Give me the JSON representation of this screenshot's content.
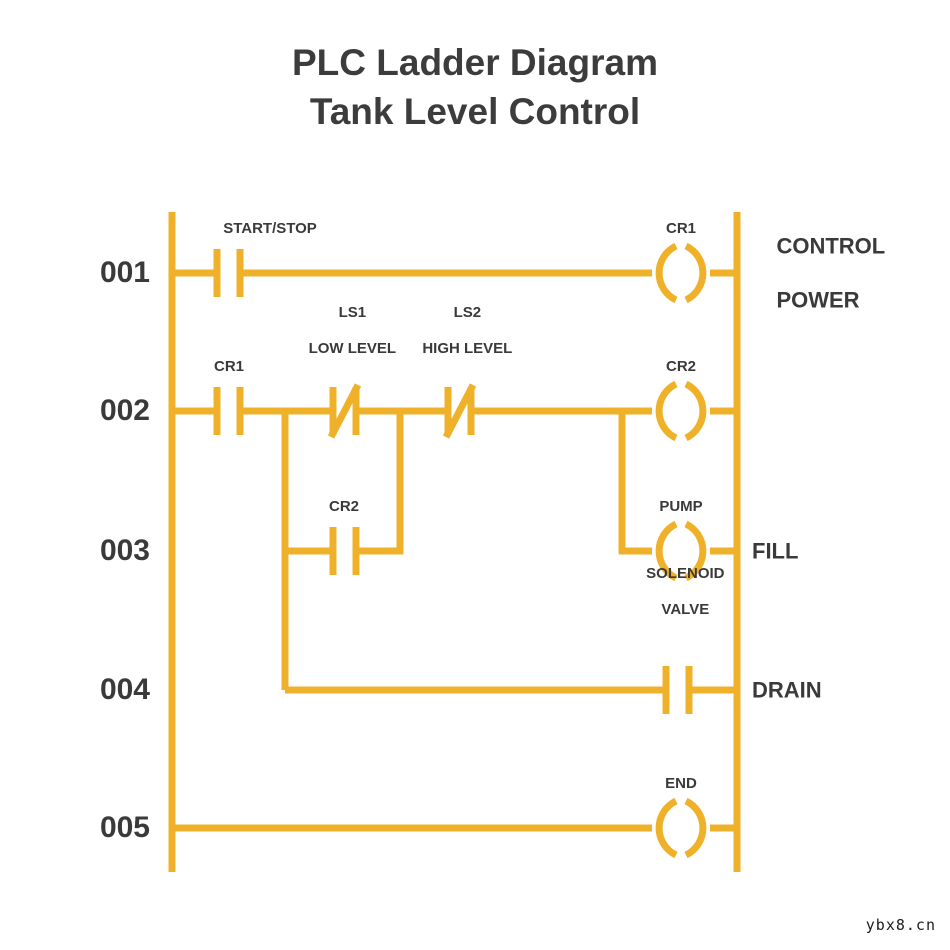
{
  "title": {
    "line1": "PLC Ladder Diagram",
    "line2": "Tank Level Control"
  },
  "colors": {
    "rail": "#EFB12A",
    "text": "#3A3A3A",
    "background": "#FFFFFF"
  },
  "rungs": [
    {
      "number": "001",
      "elements": [
        {
          "kind": "contact-no",
          "label": "START/STOP"
        },
        {
          "kind": "coil",
          "label": "CR1"
        }
      ],
      "annotation": "CONTROL POWER",
      "annotation_lines": [
        "CONTROL",
        "POWER"
      ]
    },
    {
      "number": "002",
      "elements": [
        {
          "kind": "contact-no",
          "label": "CR1"
        },
        {
          "kind": "contact-nc",
          "label": "LS1 LOW LEVEL",
          "label_lines": [
            "LS1",
            "LOW LEVEL"
          ]
        },
        {
          "kind": "contact-nc",
          "label": "LS2 HIGH LEVEL",
          "label_lines": [
            "LS2",
            "HIGH LEVEL"
          ]
        },
        {
          "kind": "coil",
          "label": "CR2"
        }
      ],
      "annotation": "",
      "annotation_lines": []
    },
    {
      "number": "003",
      "elements": [
        {
          "kind": "contact-no",
          "label": "CR2"
        },
        {
          "kind": "coil",
          "label": "PUMP"
        }
      ],
      "annotation": "FILL",
      "annotation_lines": [
        "FILL"
      ]
    },
    {
      "number": "004",
      "elements": [
        {
          "kind": "contact-no",
          "label": "SOLENOID VALVE",
          "label_lines": [
            "SOLENOID",
            "VALVE"
          ]
        }
      ],
      "annotation": "DRAIN",
      "annotation_lines": [
        "DRAIN"
      ]
    },
    {
      "number": "005",
      "elements": [
        {
          "kind": "coil",
          "label": "END"
        }
      ],
      "annotation": "",
      "annotation_lines": []
    }
  ],
  "labels": {
    "rung1_num": "001",
    "rung2_num": "002",
    "rung3_num": "003",
    "rung4_num": "004",
    "rung5_num": "005",
    "start_stop": "START/STOP",
    "cr1_coil": "CR1",
    "cr1_contact": "CR1",
    "ls1_a": "LS1",
    "ls1_b": "LOW LEVEL",
    "ls2_a": "LS2",
    "ls2_b": "HIGH LEVEL",
    "cr2_coil": "CR2",
    "cr2_contact": "CR2",
    "pump_coil": "PUMP",
    "solenoid_a": "SOLENOID",
    "solenoid_b": "VALVE",
    "end_coil": "END",
    "annot_control": "CONTROL",
    "annot_power": "POWER",
    "annot_fill": "FILL",
    "annot_drain": "DRAIN"
  },
  "watermark": "ybx8.cn"
}
